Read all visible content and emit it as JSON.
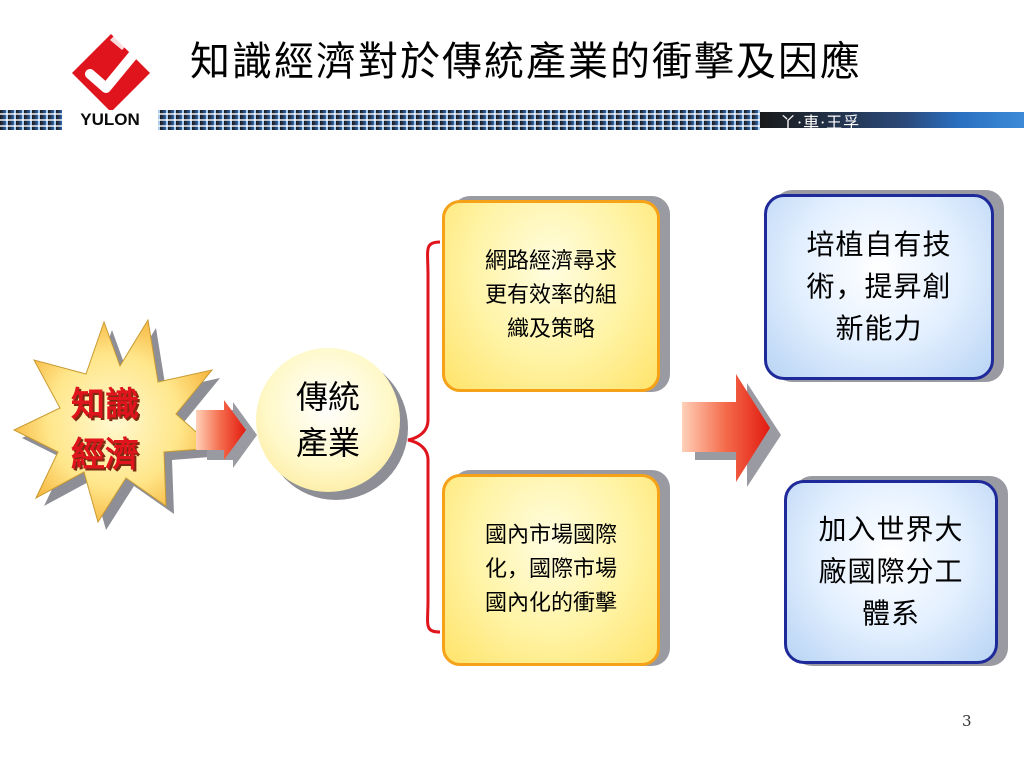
{
  "header": {
    "title": "知識經濟對於傳統產業的衝擊及因應",
    "brand": "YULON",
    "slogan": "丫·車·王孚"
  },
  "diagram": {
    "source_label_line1": "知識",
    "source_label_line2": "經濟",
    "center_label_line1": "傳統",
    "center_label_line2": "產業",
    "impact_top": [
      "網路經濟尋求",
      "更有效率的組",
      "織及策略"
    ],
    "impact_bottom": [
      "國內市場國際",
      "化，國際市場",
      "國內化的衝擊"
    ],
    "response_top": [
      "培植自有技",
      "術，提昇創",
      "新能力"
    ],
    "response_bottom": [
      "加入世界大",
      "廠國際分工",
      "體系"
    ]
  },
  "footer": {
    "page_number": "3"
  },
  "colors": {
    "brand_red": "#e0141c",
    "band_blue": "#2a6fc0",
    "yellow_border": "#f5a218",
    "blue_border": "#1f2a9a",
    "arrow_red": "#ee3322",
    "bracket_red": "#e0141c"
  }
}
